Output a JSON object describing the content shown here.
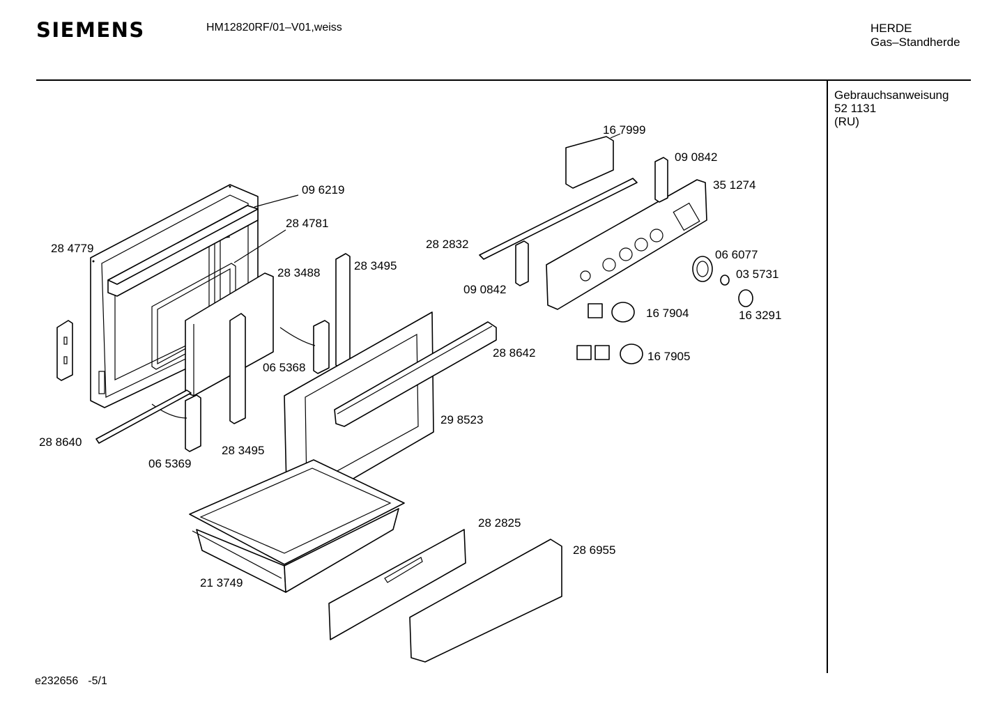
{
  "header": {
    "brand": "SIEMENS",
    "model": "HM12820RF/01–V01,weiss",
    "category_line1": "HERDE",
    "category_line2": "Gas–Standherde"
  },
  "documentation": {
    "title": "Gebrauchsanweisung",
    "number": "52 1131",
    "language": "(RU)"
  },
  "footer": {
    "drawing_id": "e232656",
    "page": "-5/1"
  },
  "parts": [
    "09 6219",
    "28 4781",
    "28 4779",
    "28 3488",
    "28 3495",
    "06 5368",
    "28 8640",
    "06 5369",
    "28 3495",
    "28 8642",
    "29 8523",
    "21 3749",
    "28 2825",
    "28 6955",
    "16 7999",
    "09 0842",
    "35 1274",
    "28 2832",
    "09 0842",
    "06 6077",
    "03 5731",
    "16 7904",
    "16 3291",
    "16 7905"
  ]
}
